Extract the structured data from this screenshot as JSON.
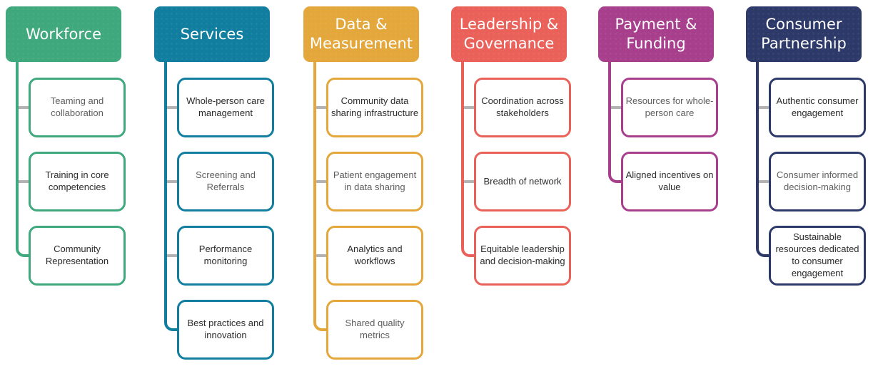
{
  "diagram": {
    "background": "#ffffff",
    "connector_gray": "#b3b3b3",
    "text_dark": "#2b2b2b",
    "text_muted": "#5d5d5d",
    "columns": [
      {
        "title": "Workforce",
        "color": "#3fa87d",
        "children": [
          {
            "label": "Teaming and collaboration",
            "muted": true
          },
          {
            "label": "Training in core competencies",
            "muted": false
          },
          {
            "label": "Community Representation",
            "muted": false
          }
        ]
      },
      {
        "title": "Services",
        "color": "#117e9f",
        "children": [
          {
            "label": "Whole-person care management",
            "muted": false
          },
          {
            "label": "Screening and Referrals",
            "muted": true
          },
          {
            "label": "Performance monitoring",
            "muted": false
          },
          {
            "label": "Best practices and innovation",
            "muted": false
          }
        ]
      },
      {
        "title": "Data & Measurement",
        "color": "#e3a73b",
        "children": [
          {
            "label": "Community data sharing infrastructure",
            "muted": false
          },
          {
            "label": "Patient engagement in data sharing",
            "muted": true
          },
          {
            "label": "Analytics and workflows",
            "muted": false
          },
          {
            "label": "Shared quality metrics",
            "muted": true
          }
        ]
      },
      {
        "title": "Leadership & Governance",
        "color": "#ea6159",
        "children": [
          {
            "label": "Coordination across stakeholders",
            "muted": false
          },
          {
            "label": "Breadth of network",
            "muted": false
          },
          {
            "label": "Equitable leadership and decision-making",
            "muted": false
          }
        ]
      },
      {
        "title": "Payment & Funding",
        "color": "#a73f8d",
        "children": [
          {
            "label": "Resources for whole-person care",
            "muted": true
          },
          {
            "label": "Aligned incentives on value",
            "muted": false
          }
        ]
      },
      {
        "title": "Consumer Partnership",
        "color": "#2d3968",
        "children": [
          {
            "label": "Authentic consumer engagement",
            "muted": false
          },
          {
            "label": "Consumer informed decision-making",
            "muted": true
          },
          {
            "label": "Sustainable resources dedicated to consumer engagement",
            "muted": false
          }
        ]
      }
    ]
  }
}
